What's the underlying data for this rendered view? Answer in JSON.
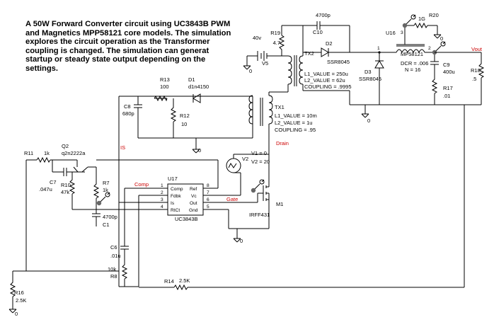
{
  "description": "A 50W Forward Converter circuit using UC3843B PWM and Magnetics MPP58121 core models. The simulation explores the circuit operation as the Transformer coupling is changed. The simulation can generat startup or steady state output depending on the settings.",
  "components": {
    "r19": {
      "ref": "R19",
      "value": "4.7"
    },
    "c10": {
      "ref": "C10",
      "value": "4700p"
    },
    "r20": {
      "ref": "R20",
      "value": "1G"
    },
    "u16": {
      "ref": "U16",
      "model": "MP58121",
      "dcr": "DCR = .006",
      "n": "N = 16"
    },
    "v5": {
      "ref": "V5",
      "value": "40v"
    },
    "tx2": {
      "ref": "TX2",
      "l1": "L1_VALUE = 250u",
      "l2": "L2_VALUE = 62u",
      "coupling": "COUPLING = .9995"
    },
    "d2": {
      "ref": "D2",
      "model": "SSR8045"
    },
    "d3": {
      "ref": "D3",
      "model": "SSR8045"
    },
    "c9": {
      "ref": "C9",
      "value": "400u"
    },
    "r17": {
      "ref": "R17",
      "value": ".01"
    },
    "r18": {
      "ref": "R18",
      "value": ".5"
    },
    "vout": "Vout",
    "r13": {
      "ref": "R13",
      "value": "100"
    },
    "d1": {
      "ref": "D1",
      "model": "d1n4150"
    },
    "c8": {
      "ref": "C8",
      "value": "680p"
    },
    "r12": {
      "ref": "R12",
      "value": "10"
    },
    "tx1": {
      "ref": "TX1",
      "l1": "L1_VALUE = 10m",
      "l2": "L2_VALUE = 1u",
      "coupling": "COUPLING = .95"
    },
    "r11": {
      "ref": "R11",
      "value": "1k"
    },
    "q2": {
      "ref": "Q2",
      "model": "q2n2222a"
    },
    "c7": {
      "ref": "C7",
      "value": ".047u"
    },
    "r10": {
      "ref": "R10",
      "value": "47k"
    },
    "r7": {
      "ref": "R7",
      "value": "1k"
    },
    "c1": {
      "ref": "C1",
      "value": "4700p"
    },
    "v2": {
      "ref": "V2",
      "v1": "V1 = 0",
      "v2": "V2 = 20"
    },
    "u17": {
      "ref": "U17",
      "part": "UC3843B",
      "pins_left": [
        "Comp",
        "Fdbk",
        "Is",
        "RtCt"
      ],
      "pins_right": [
        "Ref",
        "Vc",
        "Out",
        "Gnd"
      ],
      "pin_nums_left": [
        "1",
        "2",
        "3",
        "4"
      ],
      "pin_nums_right": [
        "8",
        "7",
        "6",
        "5"
      ]
    },
    "m1": {
      "ref": "M1",
      "model": "IRFF431"
    },
    "c6": {
      "ref": "C6",
      "value": ".01u"
    },
    "r8": {
      "ref": "R8",
      "value": "10k"
    },
    "r14": {
      "ref": "R14",
      "value": "2.5K"
    },
    "r16": {
      "ref": "R16",
      "value": "2.5K"
    }
  },
  "net_labels": {
    "is": "IS",
    "drain": "Drain",
    "comp": "Comp",
    "gate": "Gate"
  },
  "ground_label": "0",
  "pin_labels": {
    "u16_pin1": "1",
    "u16_pin2": "2",
    "u16_pin3": "3"
  }
}
